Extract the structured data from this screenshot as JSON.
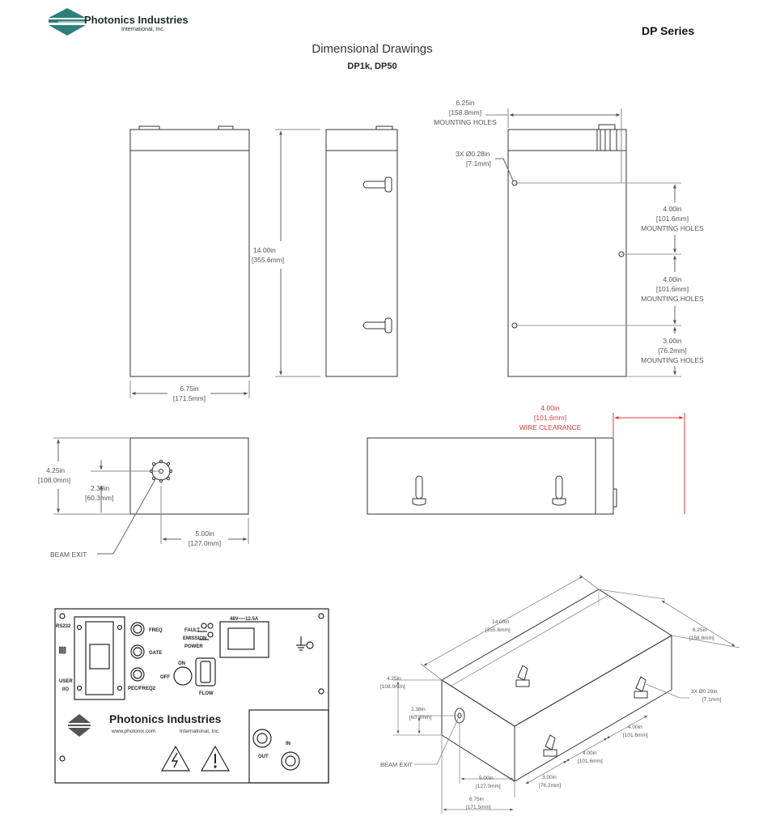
{
  "header": {
    "logo_name": "Photonics Industries",
    "logo_sub": "International, Inc.",
    "series": "DP Series",
    "title": "Dimensional Drawings",
    "subtitle": "DP1k, DP50"
  },
  "front_views": {
    "height_in": "14.00in",
    "height_mm": "[355.6mm]",
    "width_in": "6.75in",
    "width_mm": "[171.5mm]"
  },
  "back_view": {
    "top_in": "6.25in",
    "top_mm": "[158.8mm]",
    "top_note": "MOUNTING HOLES",
    "holes_in": "3X  Ø0.28in",
    "holes_mm": "[7.1mm]",
    "sp1_in": "4.00in",
    "sp1_mm": "[101.6mm]",
    "sp1_note": "MOUNTING HOLES",
    "sp2_in": "4.00in",
    "sp2_mm": "[101.6mm]",
    "sp2_note": "MOUNTING HOLES",
    "sp3_in": "3.00in",
    "sp3_mm": "[76.2mm]",
    "sp3_note": "MOUNTING HOLES"
  },
  "end_view": {
    "height_in": "4.25in",
    "height_mm": "[108.0mm]",
    "beam_h_in": "2.38in",
    "beam_h_mm": "[60.3mm]",
    "beam_w_in": "5.00in",
    "beam_w_mm": "[127.0mm]",
    "beam_label": "BEAM EXIT"
  },
  "side_view": {
    "clear_in": "4.00in",
    "clear_mm": "[101.6mm]",
    "clear_note": "WIRE CLEARANCE"
  },
  "panel": {
    "rs232": "RS232",
    "user": "USER",
    "io": "I/O",
    "freq": "FREQ",
    "gate": "GATE",
    "pec": "PEC/FREQ2",
    "on": "ON",
    "off": "OFF",
    "fault": "FAULT",
    "emission": "EMISSION",
    "power": "POWER",
    "flow": "FLOW",
    "rating": "48V══12.5A",
    "brand": "Photonics Industries",
    "web": "www.photonix.com",
    "brand_sub": "International, Inc.",
    "out": "OUT",
    "in": "IN"
  },
  "iso_view": {
    "len_in": "14.00in",
    "len_mm": "[355.6mm]",
    "depth_in": "6.25in",
    "depth_mm": "[158.8mm]",
    "height_in": "4.25in",
    "height_mm": "[108.0mm]",
    "beam_h_in": "2.38in",
    "beam_h_mm": "[60.3mm]",
    "holes_in": "3X  Ø0.28in",
    "holes_mm": "[7.1mm]",
    "sp1_in": "4.00in",
    "sp1_mm": "[101.6mm]",
    "sp2_in": "4.00in",
    "sp2_mm": "[101.6mm]",
    "sp3_in": "3.00in",
    "sp3_mm": "[76.2mm]",
    "beam_w_in": "5.00in",
    "beam_w_mm": "[127.0mm]",
    "width_in": "6.75in",
    "width_mm": "[171.5mm]",
    "beam_label": "BEAM EXIT"
  }
}
